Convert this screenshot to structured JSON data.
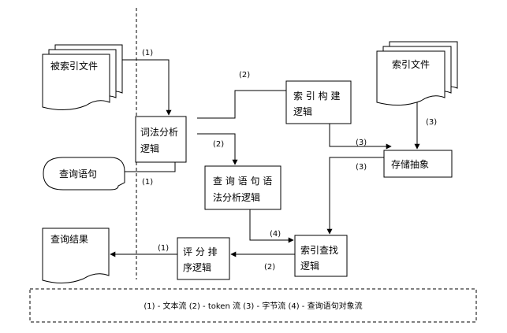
{
  "nodes": {
    "indexed_docs": "被索引文件",
    "index_files": "索引文件",
    "lexical_line1": "词法分析",
    "lexical_line2": "逻辑",
    "index_build_line1": "索 引 构 建",
    "index_build_line2": "逻辑",
    "query_sentence": "查询语句",
    "storage": "存储抽象",
    "query_parse_line1": "查 询 语 句 语",
    "query_parse_line2": "法分析逻辑",
    "query_result": "查询结果",
    "score_sort_line1": "评 分 排",
    "score_sort_line2": "序逻辑",
    "index_search_line1": "索引查找",
    "index_search_line2": "逻辑"
  },
  "edge_labels": {
    "e1": "(1)",
    "e2": "(2)",
    "e3": "(2)",
    "e4": "(3)",
    "e5": "(3)",
    "e6": "(3)",
    "e7": "(1)",
    "e8": "(4)",
    "e9": "(1)",
    "e10": "(2)"
  },
  "legend": {
    "text": "(1) - 文本流 (2) - token 流 (3) - 字节流 (4) - 查询语句对象流"
  }
}
